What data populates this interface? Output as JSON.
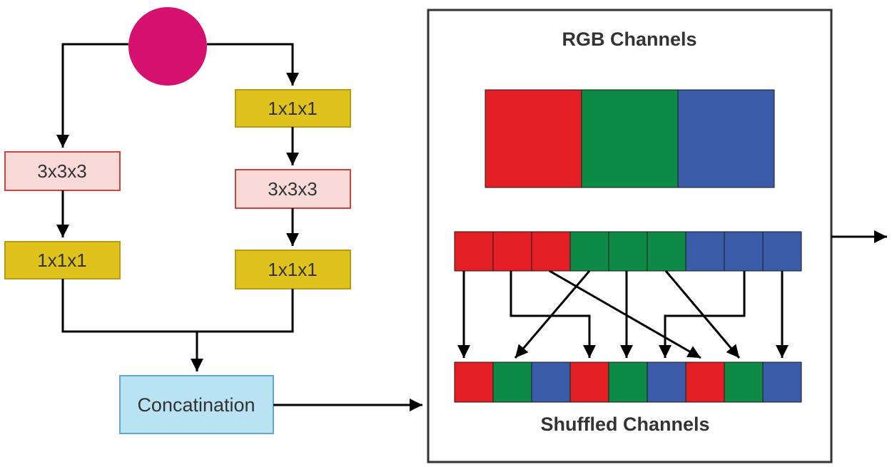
{
  "module": {
    "input_node": {
      "color": "#d6106f"
    },
    "left_branch": {
      "blocks": [
        {
          "label": "3x3x3",
          "kind": "conv3"
        },
        {
          "label": "1x1x1",
          "kind": "conv1"
        }
      ]
    },
    "right_branch": {
      "blocks": [
        {
          "label": "1x1x1",
          "kind": "conv1"
        },
        {
          "label": "3x3x3",
          "kind": "conv3"
        },
        {
          "label": "1x1x1",
          "kind": "conv1"
        }
      ]
    },
    "concat_label": "Concatination"
  },
  "shuffle_panel": {
    "title_top": "RGB Channels",
    "title_bottom": "Shuffled Channels",
    "rgb_channels": [
      "red",
      "green",
      "blue"
    ],
    "grouped_channels": [
      "red",
      "red",
      "red",
      "green",
      "green",
      "green",
      "blue",
      "blue",
      "blue"
    ],
    "shuffled_channels": [
      "red",
      "green",
      "blue",
      "red",
      "green",
      "blue",
      "red",
      "green",
      "blue"
    ]
  },
  "colors": {
    "red": "#e31e25",
    "green": "#0d8a45",
    "blue": "#3a5ba8",
    "conv1_fill": "#dfc21c",
    "conv1_stroke": "#b89b12",
    "conv3_fill": "#fadad8",
    "conv3_stroke": "#c9463f",
    "concat_fill": "#b9e2f2",
    "concat_stroke": "#5ea9cc"
  }
}
